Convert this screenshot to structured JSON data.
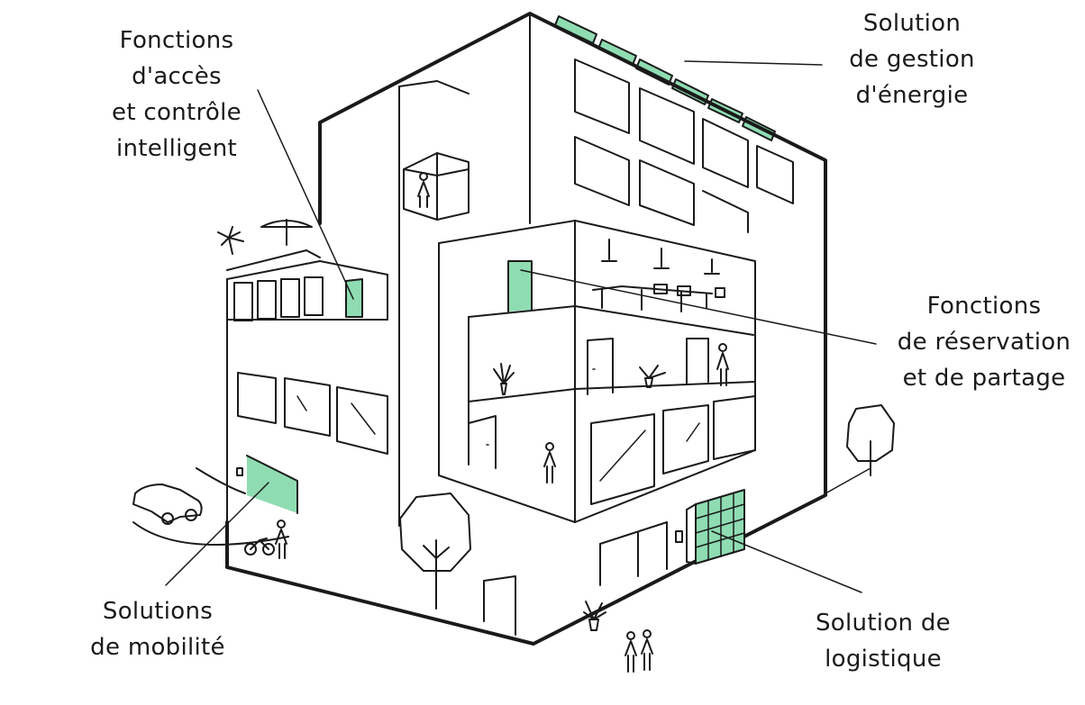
{
  "colors": {
    "stroke": "#1a1a1a",
    "accent": "#8fdcb2",
    "background": "#ffffff"
  },
  "callouts": {
    "energy": {
      "lines": [
        "Solution",
        "de gestion",
        "d'énergie"
      ]
    },
    "access": {
      "lines": [
        "Fonctions",
        "d'accès",
        "et contrôle",
        "intelligent"
      ]
    },
    "booking": {
      "lines": [
        "Fonctions",
        "de réservation",
        "et de partage"
      ]
    },
    "mobility": {
      "lines": [
        "Solutions",
        "de mobilité"
      ]
    },
    "logistics": {
      "lines": [
        "Solution de",
        "logistique"
      ]
    }
  },
  "icons": [
    "solar-panels-icon",
    "building-icon",
    "elevator-icon",
    "palm-tree-icon",
    "umbrella-icon",
    "car-icon",
    "bicycle-icon",
    "tree-icon",
    "plant-icon",
    "person-icon",
    "parcel-locker-icon"
  ]
}
